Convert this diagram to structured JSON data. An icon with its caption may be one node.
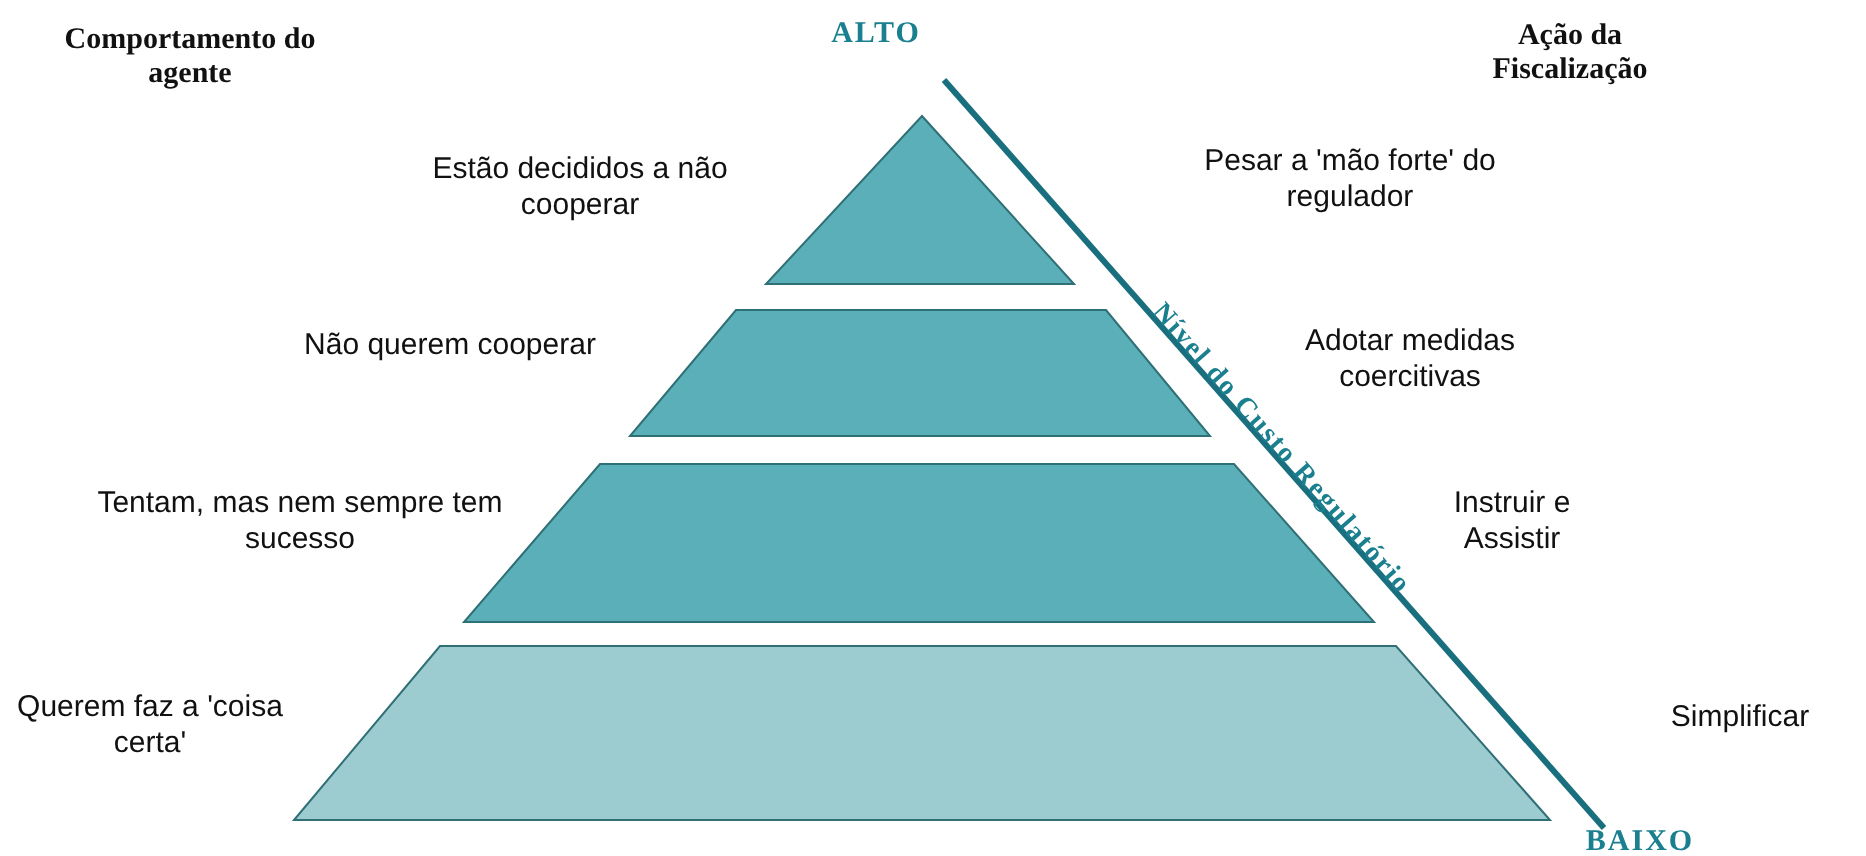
{
  "diagram": {
    "labels": [
      "Comportamento do agente",
      "ALTO",
      "Ação da Fiscalização",
      "Estão decididos a não cooperar",
      "Pesar a 'mão forte' do regulador",
      "Nível do Custo Regulatório",
      "Não querem cooperar",
      "Adotar medidas coercitivas",
      "Tentam, mas nem sempre tem sucesso",
      "Instruir e Assistir",
      "Querem faz a 'coisa certa'",
      "Simplificar",
      "BAIXO"
    ]
  }
}
